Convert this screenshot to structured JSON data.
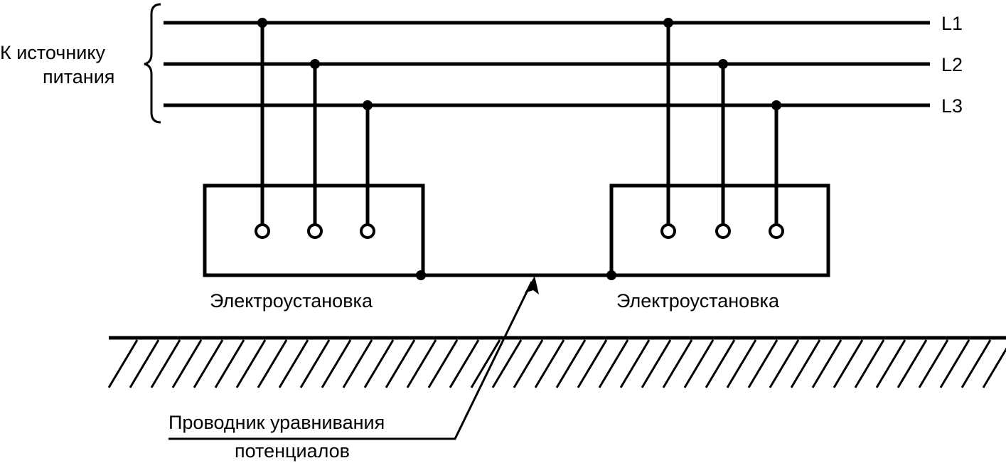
{
  "source_label": [
    "К источнику",
    "питания"
  ],
  "phases": [
    "L1",
    "L2",
    "L3"
  ],
  "installations": [
    "Электроустановка",
    "Электроустановка"
  ],
  "conductor_label": [
    "Проводник уравнивания",
    "потенциалов"
  ],
  "colors": {
    "stroke": "#000000",
    "background": "#ffffff"
  }
}
